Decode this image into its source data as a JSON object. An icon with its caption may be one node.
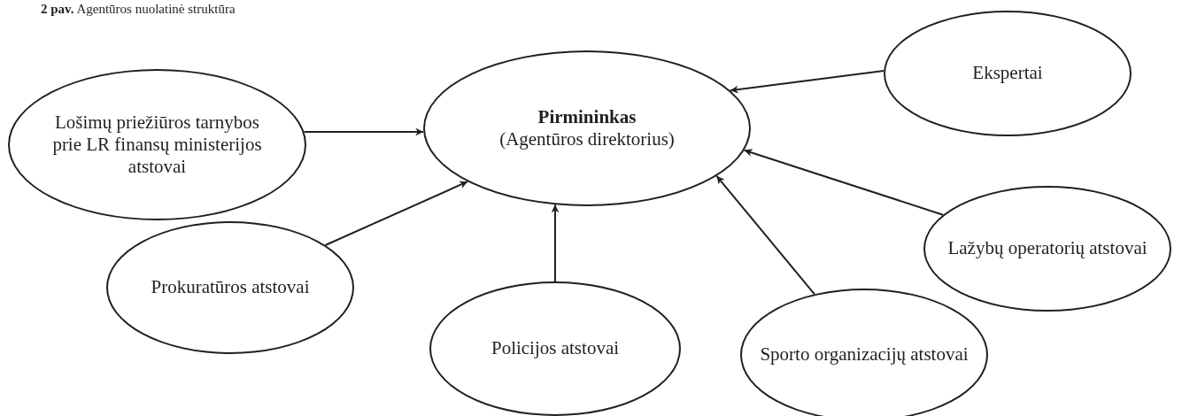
{
  "diagram": {
    "title": "**2 pav.** Agentūros nuolatinė struktūra",
    "nodes": [
      {
        "text": [
          "Lošimų priežiūros tarnybos prie LR finansų ministerijos atstovai"
        ]
      },
      {
        "text": [
          "Pirmininkas",
          "(Agentūros direktorius)"
        ]
      },
      {
        "text": [
          "Ekspertai"
        ]
      },
      {
        "text": [
          "Lažybų operatorių atstovai"
        ]
      },
      {
        "text": [
          "Prokuratūros atstovai"
        ]
      },
      {
        "text": [
          "Policijos atstovai"
        ]
      },
      {
        "text": [
          "Sporto organizacijų atstovai"
        ]
      }
    ],
    "edges": [
      {
        "from": 0,
        "to": 1,
        "arrow": "to"
      },
      {
        "from": 2,
        "to": 1,
        "arrow": "to"
      },
      {
        "from": 3,
        "to": 1,
        "arrow": "to"
      },
      {
        "from": 4,
        "to": 1,
        "arrow": "to"
      },
      {
        "from": 5,
        "to": 1,
        "arrow": "to"
      },
      {
        "from": 6,
        "to": 1,
        "arrow": "to"
      }
    ]
  }
}
